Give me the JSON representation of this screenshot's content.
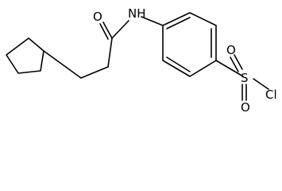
{
  "molecule": {
    "atoms": {
      "amide_nitrogen": "NH",
      "carbonyl_oxygen": "O",
      "sulfonyl_sulfur": "S",
      "sulfonyl_oxygen_upper": "O",
      "sulfonyl_oxygen_lower": "O",
      "chlorine": "Cl"
    }
  }
}
